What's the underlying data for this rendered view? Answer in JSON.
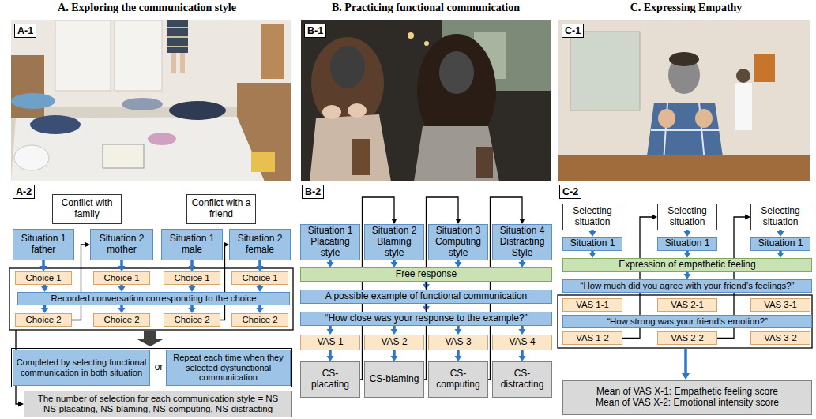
{
  "diagram": {
    "nodes": [
      {
        "text": [
          "Conflict with family"
        ]
      },
      {
        "text": [
          "Conflict with a friend"
        ]
      },
      {
        "text": [
          "Situation 1 father"
        ]
      },
      {
        "text": [
          "Situation 2 mother"
        ]
      },
      {
        "text": [
          "Situation 1 male"
        ]
      },
      {
        "text": [
          "Situation 2 female"
        ]
      },
      {
        "text": [
          "Choice 1"
        ]
      },
      {
        "text": [
          "Choice 1"
        ]
      },
      {
        "text": [
          "Choice 1"
        ]
      },
      {
        "text": [
          "Choice 1"
        ]
      },
      {
        "text": [
          "Recorded conversation corresponding to the choice"
        ]
      },
      {
        "text": [
          "Choice 2"
        ]
      },
      {
        "text": [
          "Choice 2"
        ]
      },
      {
        "text": [
          "Choice 2"
        ]
      },
      {
        "text": [
          "Choice 2"
        ]
      },
      {
        "text": [
          "or"
        ]
      },
      {
        "text": [
          "Completed by selecting functional communication in both situation"
        ],
        "in": 15
      },
      {
        "text": [
          "Repeat each time when they selected dysfunctional communication"
        ],
        "in": 15
      },
      {
        "text": [
          "The number of selection for each communication style = NS",
          "NS-placating, NS-blaming, NS-computing, NS-distracting"
        ]
      },
      {
        "text": [
          "Situation 1 Placating style"
        ]
      },
      {
        "text": [
          "Situation 2 Blaming style"
        ]
      },
      {
        "text": [
          "Situation 3 Computing style"
        ]
      },
      {
        "text": [
          "Situation 4 Distracting Style"
        ]
      },
      {
        "text": [
          "Free response"
        ]
      },
      {
        "text": [
          "A possible example of functional communication"
        ]
      },
      {
        "text": [
          "“How close was your response to the example?”"
        ]
      },
      {
        "text": [
          "VAS 1"
        ]
      },
      {
        "text": [
          "VAS 2"
        ]
      },
      {
        "text": [
          "VAS 3"
        ]
      },
      {
        "text": [
          "VAS 4"
        ]
      },
      {
        "text": [
          "CS-placating"
        ]
      },
      {
        "text": [
          "CS-blaming"
        ]
      },
      {
        "text": [
          "CS-computing"
        ]
      },
      {
        "text": [
          "CS-distracting"
        ]
      },
      {
        "text": [
          "Selecting situation"
        ]
      },
      {
        "text": [
          "Selecting situation"
        ]
      },
      {
        "text": [
          "Selecting situation"
        ]
      },
      {
        "text": [
          "Situation 1"
        ]
      },
      {
        "text": [
          "Situation 1"
        ]
      },
      {
        "text": [
          "Situation 1"
        ]
      },
      {
        "text": [
          "Expression of empathetic feeling"
        ]
      },
      {
        "text": [
          "“How much did you agree with your friend’s feelings?”"
        ]
      },
      {
        "text": [
          "VAS 1-1"
        ]
      },
      {
        "text": [
          "VAS 2-1"
        ]
      },
      {
        "text": [
          "VAS 3-1"
        ]
      },
      {
        "text": [
          "“How strong was your friend’s emotion?”"
        ]
      },
      {
        "text": [
          "VAS 1-2"
        ]
      },
      {
        "text": [
          "VAS 2-2"
        ]
      },
      {
        "text": [
          "VAS 3-2"
        ]
      },
      {
        "text": [
          "Mean of VAS X-1: Empathetic feeling score",
          "Mean of VAS X-2: Emotional intensity score"
        ]
      }
    ],
    "edges": [
      {
        "from": 2,
        "to": 6,
        "arrow": "to"
      },
      {
        "from": 3,
        "to": 7,
        "arrow": "to"
      },
      {
        "from": 4,
        "to": 8,
        "arrow": "to"
      },
      {
        "from": 5,
        "to": 9,
        "arrow": "to"
      },
      {
        "from": 6,
        "to": 10,
        "arrow": "to"
      },
      {
        "from": 7,
        "to": 10,
        "arrow": "to"
      },
      {
        "from": 8,
        "to": 10,
        "arrow": "to"
      },
      {
        "from": 9,
        "to": 10,
        "arrow": "to"
      },
      {
        "from": 10,
        "to": 11,
        "arrow": "to"
      },
      {
        "from": 10,
        "to": 12,
        "arrow": "to"
      },
      {
        "from": 10,
        "to": 13,
        "arrow": "to"
      },
      {
        "from": 10,
        "to": 14,
        "arrow": "to"
      },
      {
        "from": 11,
        "to": 3,
        "arrow": "to"
      },
      {
        "from": 13,
        "to": 5,
        "arrow": "to"
      },
      {
        "from": 19,
        "to": 23,
        "arrow": "to"
      },
      {
        "from": 20,
        "to": 23,
        "arrow": "to"
      },
      {
        "from": 21,
        "to": 23,
        "arrow": "to"
      },
      {
        "from": 22,
        "to": 23,
        "arrow": "to"
      },
      {
        "from": 23,
        "to": 24,
        "arrow": "to"
      },
      {
        "from": 24,
        "to": 25,
        "arrow": "to"
      },
      {
        "from": 25,
        "to": 26,
        "arrow": "to"
      },
      {
        "from": 25,
        "to": 27,
        "arrow": "to"
      },
      {
        "from": 25,
        "to": 28,
        "arrow": "to"
      },
      {
        "from": 25,
        "to": 29,
        "arrow": "to"
      },
      {
        "from": 26,
        "to": 30,
        "arrow": "to"
      },
      {
        "from": 27,
        "to": 31,
        "arrow": "to"
      },
      {
        "from": 28,
        "to": 32,
        "arrow": "to"
      },
      {
        "from": 29,
        "to": 33,
        "arrow": "to"
      },
      {
        "from": 30,
        "to": 20,
        "arrow": "to"
      },
      {
        "from": 31,
        "to": 21,
        "arrow": "to"
      },
      {
        "from": 32,
        "to": 22,
        "arrow": "to"
      },
      {
        "from": 34,
        "to": 37,
        "arrow": "to"
      },
      {
        "from": 35,
        "to": 38,
        "arrow": "to"
      },
      {
        "from": 36,
        "to": 39,
        "arrow": "to"
      },
      {
        "from": 37,
        "to": 40,
        "arrow": "to"
      },
      {
        "from": 38,
        "to": 40,
        "arrow": "to"
      },
      {
        "from": 39,
        "to": 40,
        "arrow": "to"
      },
      {
        "from": 40,
        "to": 41,
        "arrow": "to"
      },
      {
        "from": 46,
        "to": 35,
        "arrow": "to"
      },
      {
        "from": 47,
        "to": 36,
        "arrow": "to"
      }
    ],
    "labels": [
      "A. Exploring the communication style",
      "B. Practicing functional communication",
      "C. Expressing Empathy",
      "A-1",
      "B-1",
      "C-1",
      "A-2",
      "B-2",
      "C-2"
    ]
  }
}
